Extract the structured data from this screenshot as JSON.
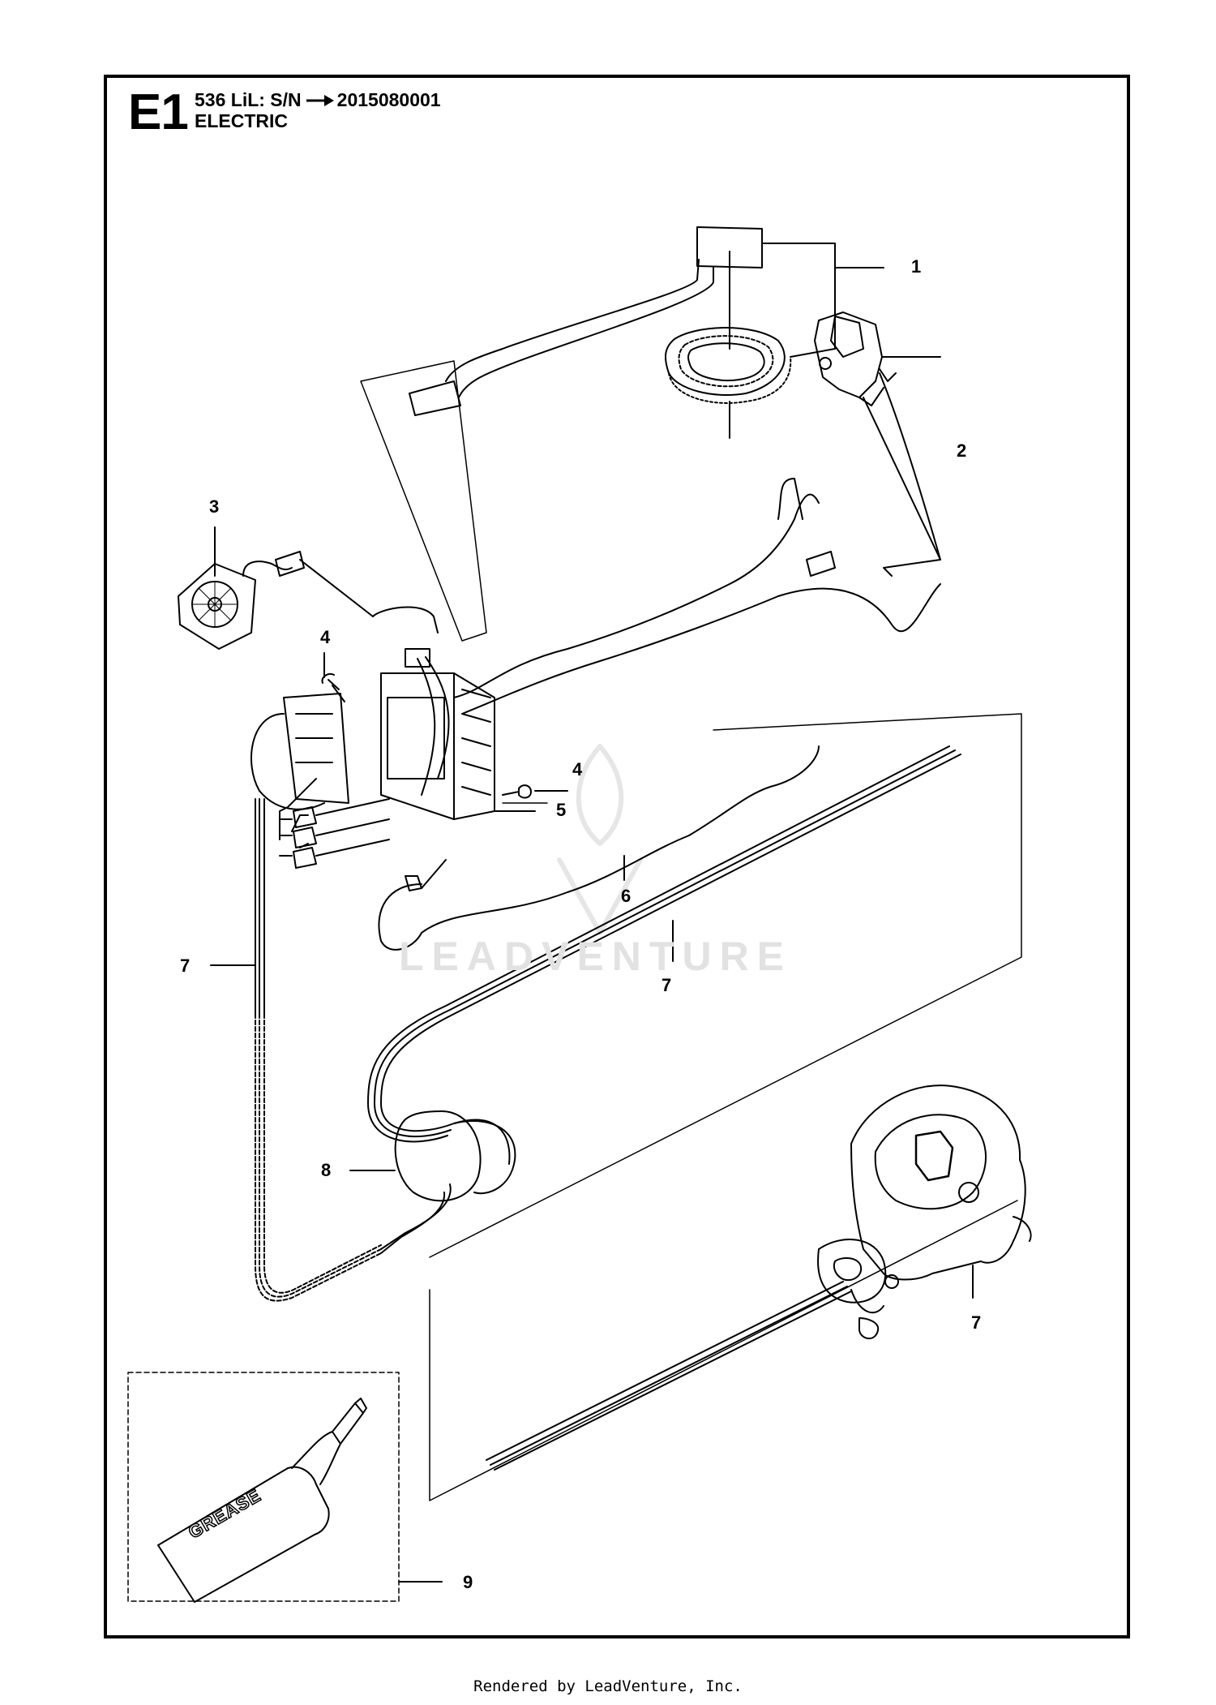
{
  "header": {
    "section_code": "E1",
    "model_prefix": "536 LiL: S/N",
    "serial_number": "2015080001",
    "section_name": "ELECTRIC"
  },
  "callouts": [
    {
      "id": "c1",
      "label": "1"
    },
    {
      "id": "c2",
      "label": "2"
    },
    {
      "id": "c3",
      "label": "3"
    },
    {
      "id": "c4a",
      "label": "4"
    },
    {
      "id": "c4b",
      "label": "4"
    },
    {
      "id": "c5",
      "label": "5"
    },
    {
      "id": "c6",
      "label": "6"
    },
    {
      "id": "c7a",
      "label": "7"
    },
    {
      "id": "c7b",
      "label": "7"
    },
    {
      "id": "c7c",
      "label": "7"
    },
    {
      "id": "c8",
      "label": "8"
    },
    {
      "id": "c9",
      "label": "9"
    }
  ],
  "grease_tube_label": "GREASE",
  "watermark": "LEADVENTURE",
  "footer": "Rendered by LeadVenture, Inc."
}
